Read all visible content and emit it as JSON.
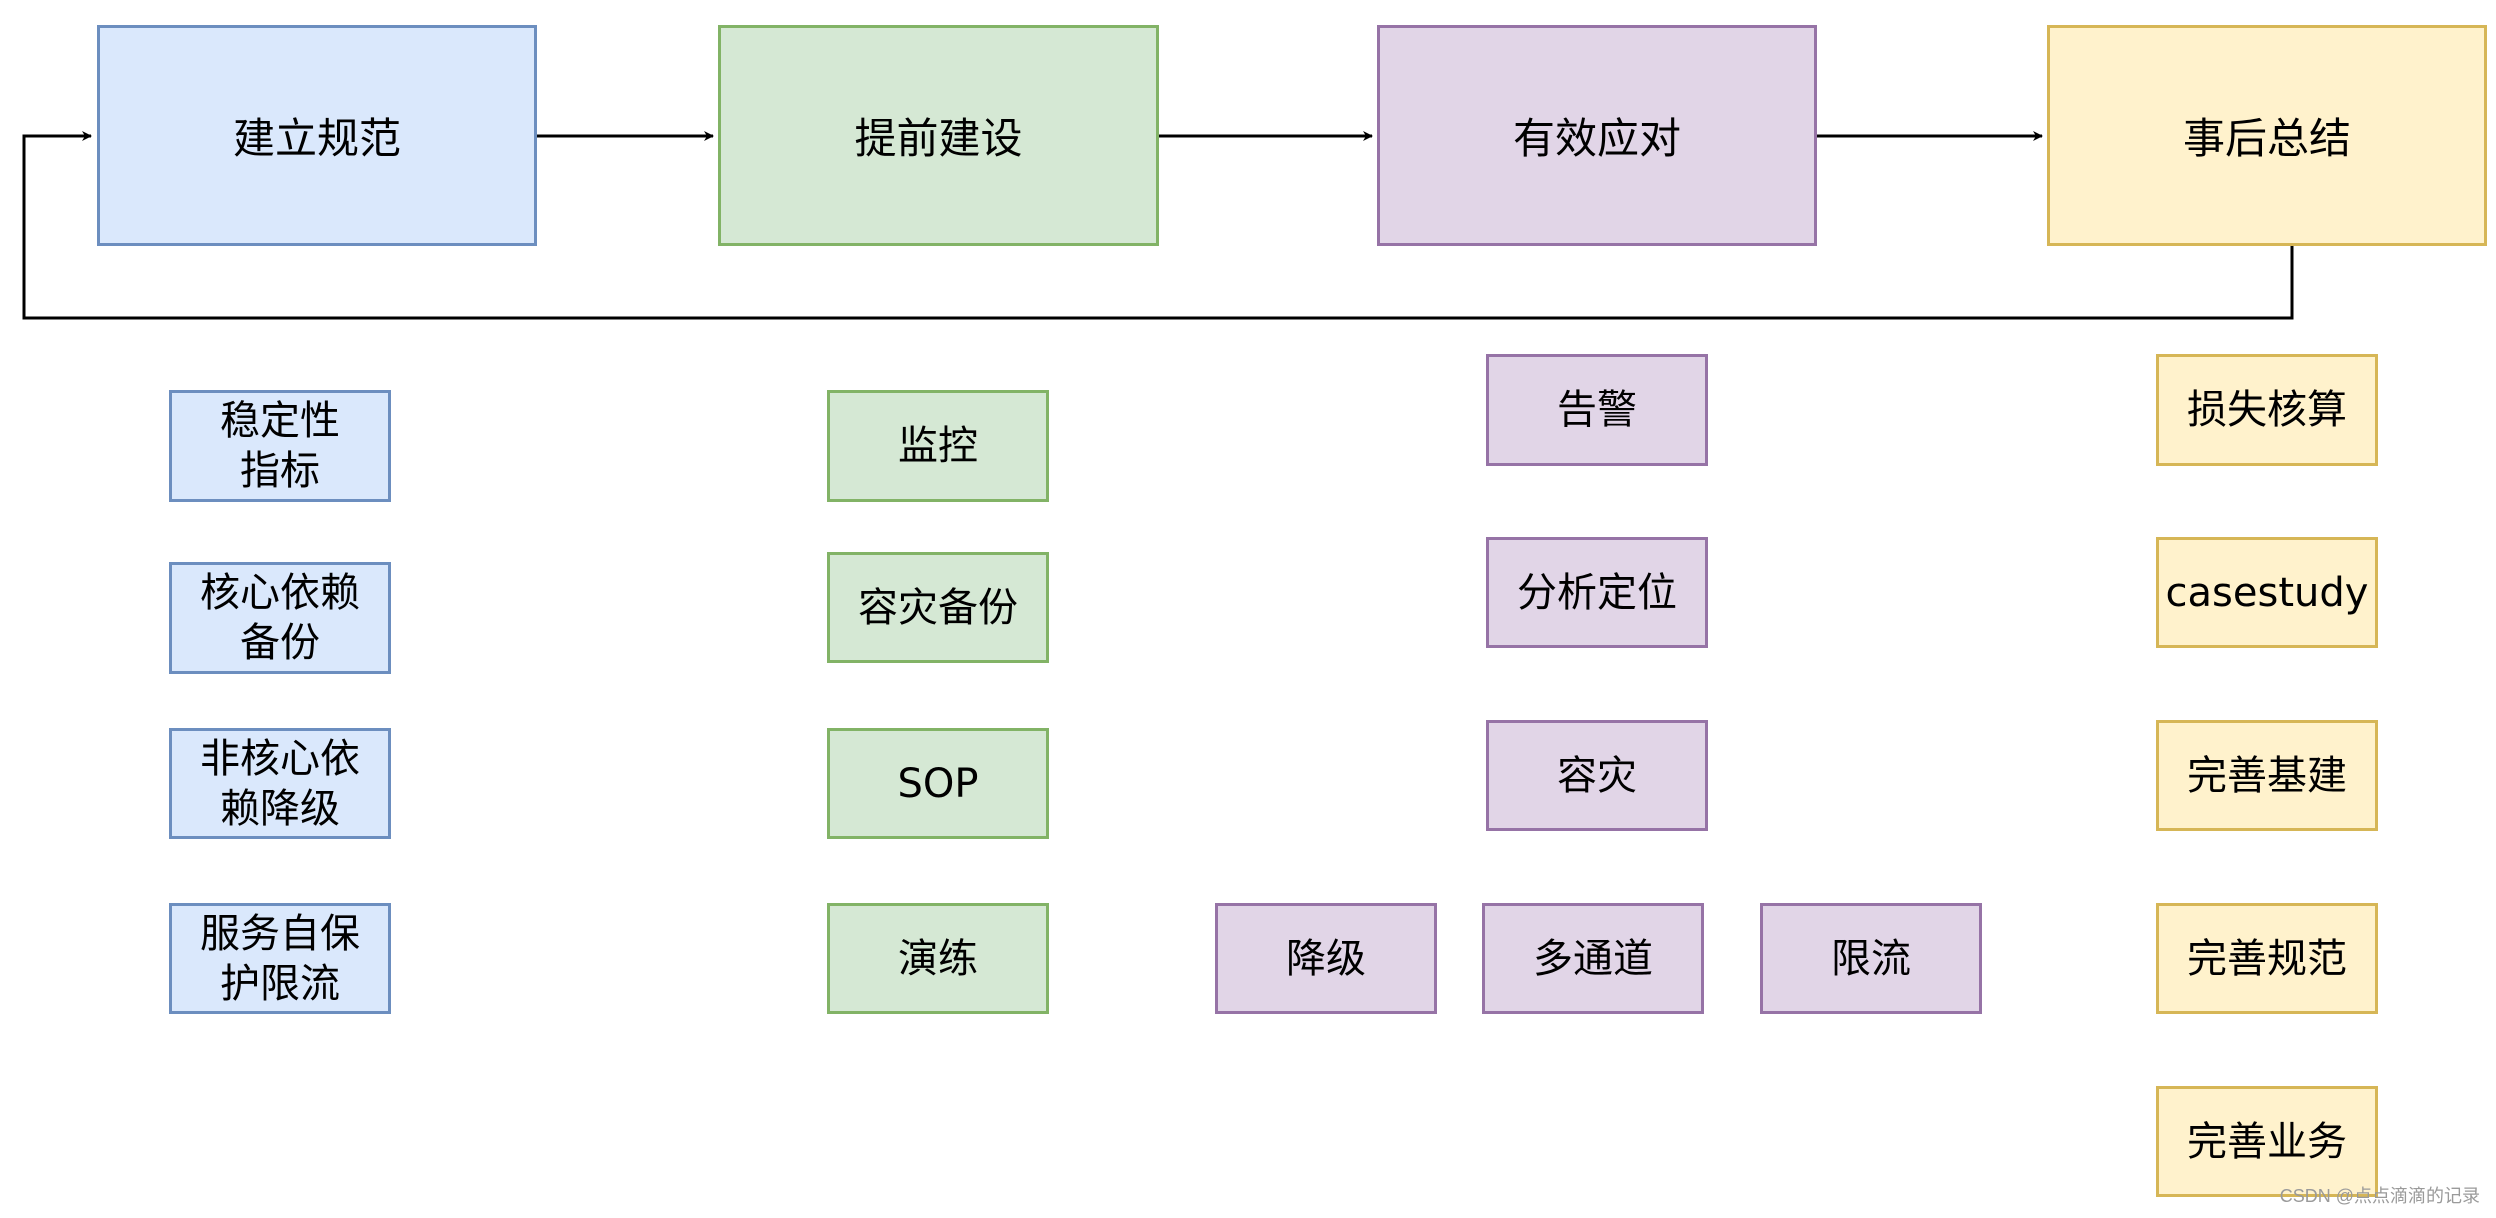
{
  "stages": {
    "s1": "建立规范",
    "s2": "提前建设",
    "s3": "有效应对",
    "s4": "事后总结"
  },
  "column1": {
    "item1": [
      "稳定性",
      "指标"
    ],
    "item2": [
      "核心依赖",
      "备份"
    ],
    "item3": [
      "非核心依",
      "赖降级"
    ],
    "item4": [
      "服务自保",
      "护限流"
    ]
  },
  "column2": {
    "item1": "监控",
    "item2": "容灾备份",
    "item3": "SOP",
    "item4": "演练"
  },
  "column3": {
    "item1": "告警",
    "item2": "分析定位",
    "item3": "容灾",
    "sub1": "降级",
    "sub2": "多通道",
    "sub3": "限流"
  },
  "column4": {
    "item1": "损失核算",
    "item2": "casestudy",
    "item3": "完善基建",
    "item4": "完善规范",
    "item5": "完善业务"
  },
  "watermark": "CSDN @点点滴滴的记录",
  "colors": {
    "blue_fill": "#dae8fc",
    "blue_border": "#6c8ebf",
    "green_fill": "#d5e8d4",
    "green_border": "#82b366",
    "purple_fill": "#e1d5e7",
    "purple_border": "#9673a6",
    "yellow_fill": "#fff2cc",
    "yellow_border": "#d6b656"
  }
}
